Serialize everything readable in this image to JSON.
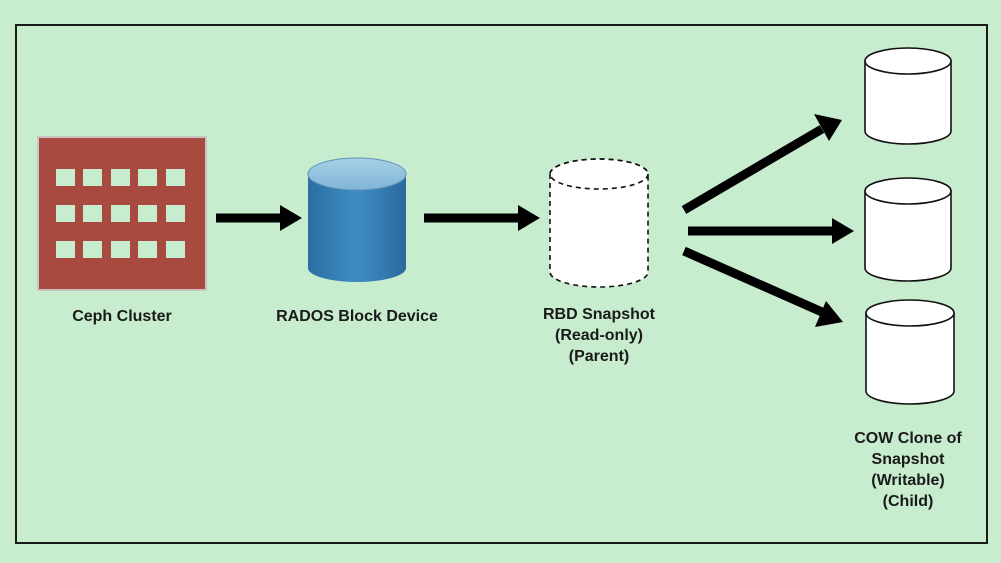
{
  "nodes": {
    "ceph_cluster": {
      "label": "Ceph Cluster",
      "icon": "ceph-cluster-icon"
    },
    "rados_block_device": {
      "label": "RADOS Block Device",
      "icon": "cylinder-icon"
    },
    "rbd_snapshot": {
      "lines": [
        "RBD Snapshot",
        "(Read-only)",
        "(Parent)"
      ],
      "icon": "dashed-cylinder-icon"
    },
    "cow_clone": {
      "lines": [
        "COW Clone of",
        "Snapshot",
        "(Writable)",
        "(Child)"
      ],
      "icon": "cylinder-outline-icon"
    }
  },
  "colors": {
    "background": "#c8ecce",
    "cluster_fill": "#a84a40",
    "cluster_window": "#c8ecce",
    "rbd_top": "#8fc1dd",
    "rbd_body": "#2d78b0",
    "arrow": "#000000"
  }
}
